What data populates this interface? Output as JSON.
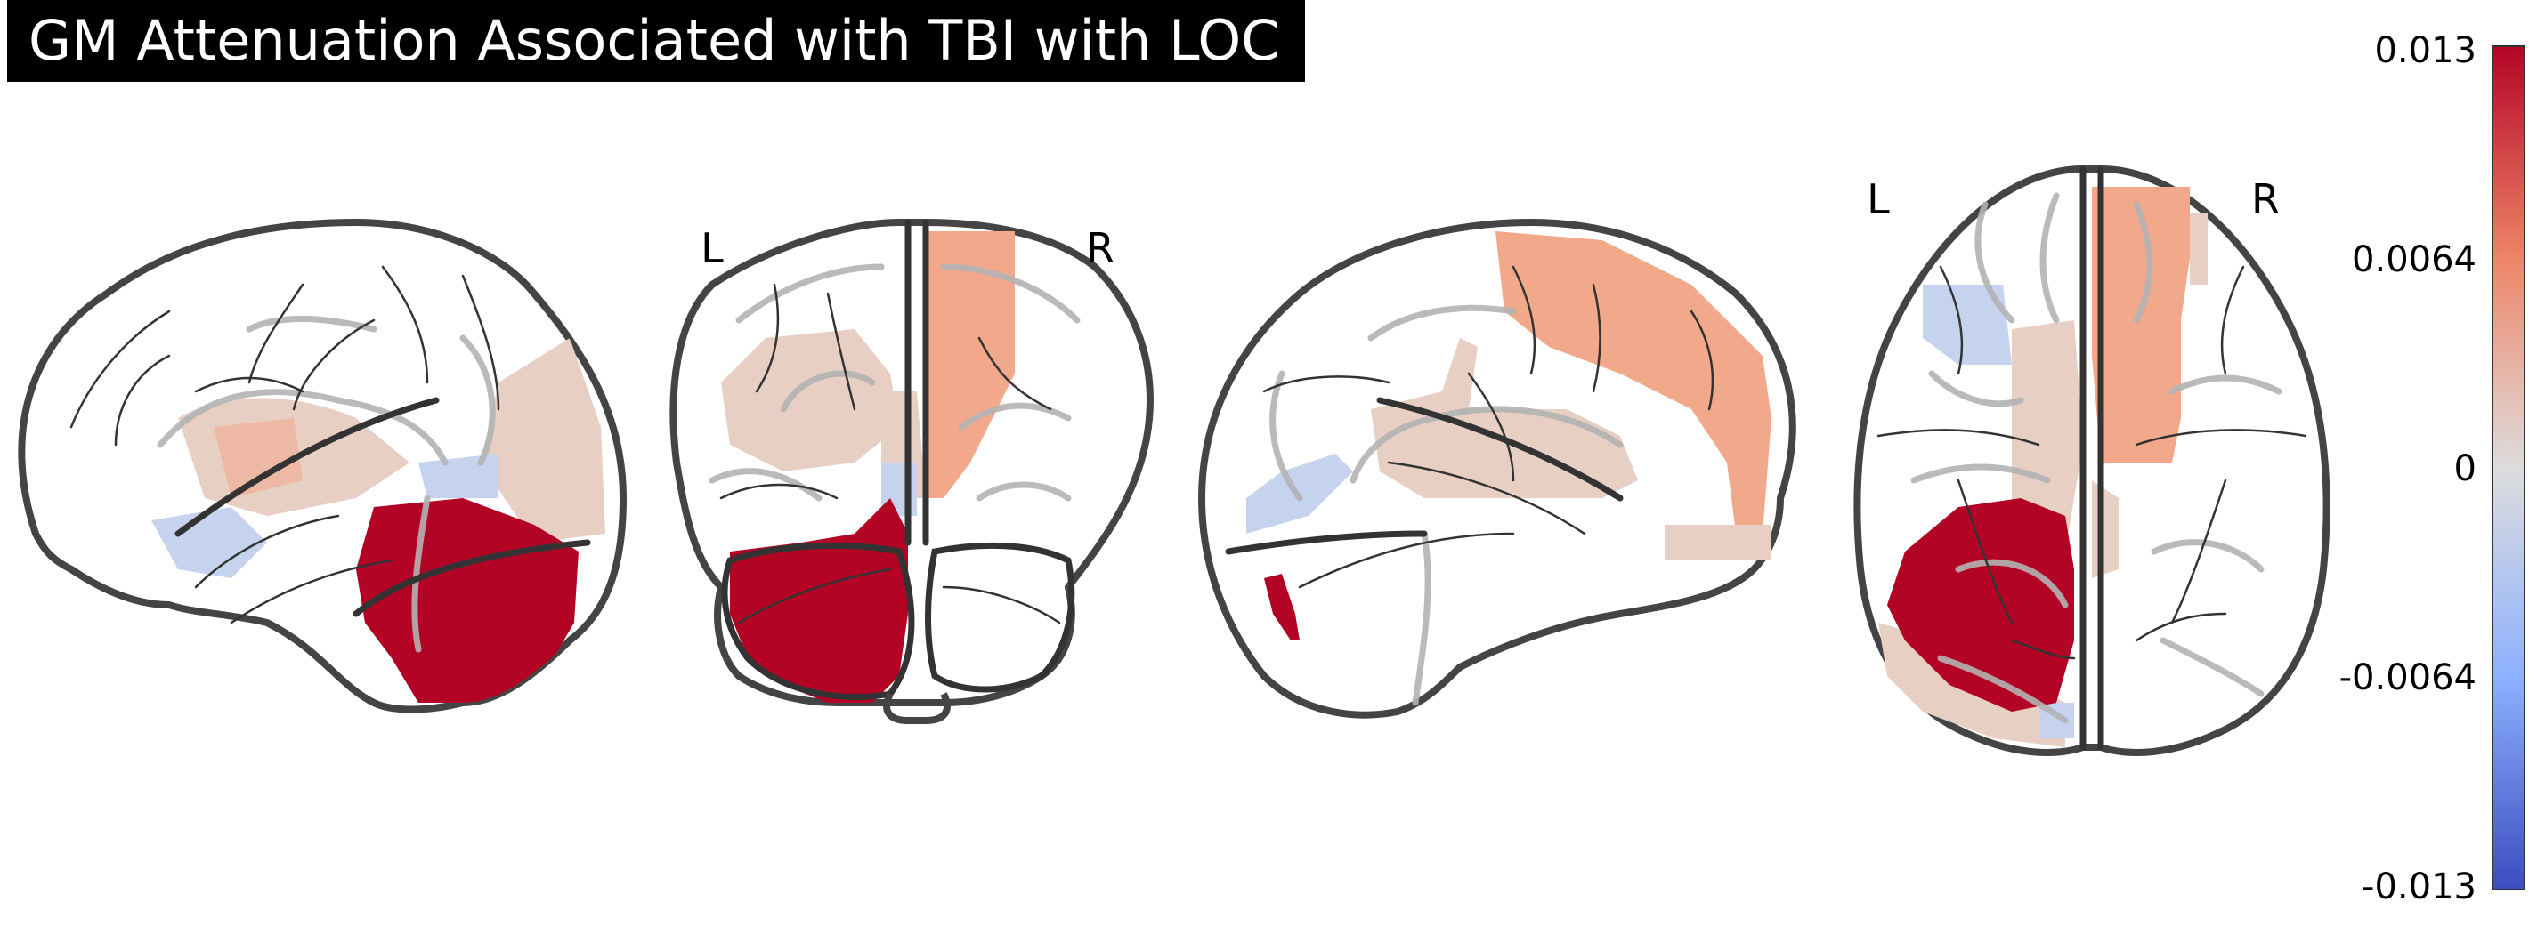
{
  "title": "GM Attenuation Associated with TBI with LOC",
  "views": {
    "coronal": {
      "left_label": "L",
      "right_label": "R"
    },
    "axial": {
      "left_label": "L",
      "right_label": "R"
    }
  },
  "colorbar": {
    "ticks": [
      "0.013",
      "0.0064",
      "0",
      "-0.0064",
      "-0.013"
    ],
    "colormap": "coolwarm",
    "max_color": "#b40426",
    "mid_color": "#dddddd",
    "min_color": "#3b4cc0"
  },
  "colors": {
    "strong_positive": "#b40426",
    "moderate_positive": "#f2a88a",
    "weak_positive": "#e8cfc3",
    "weak_negative": "#c5d3ee"
  }
}
